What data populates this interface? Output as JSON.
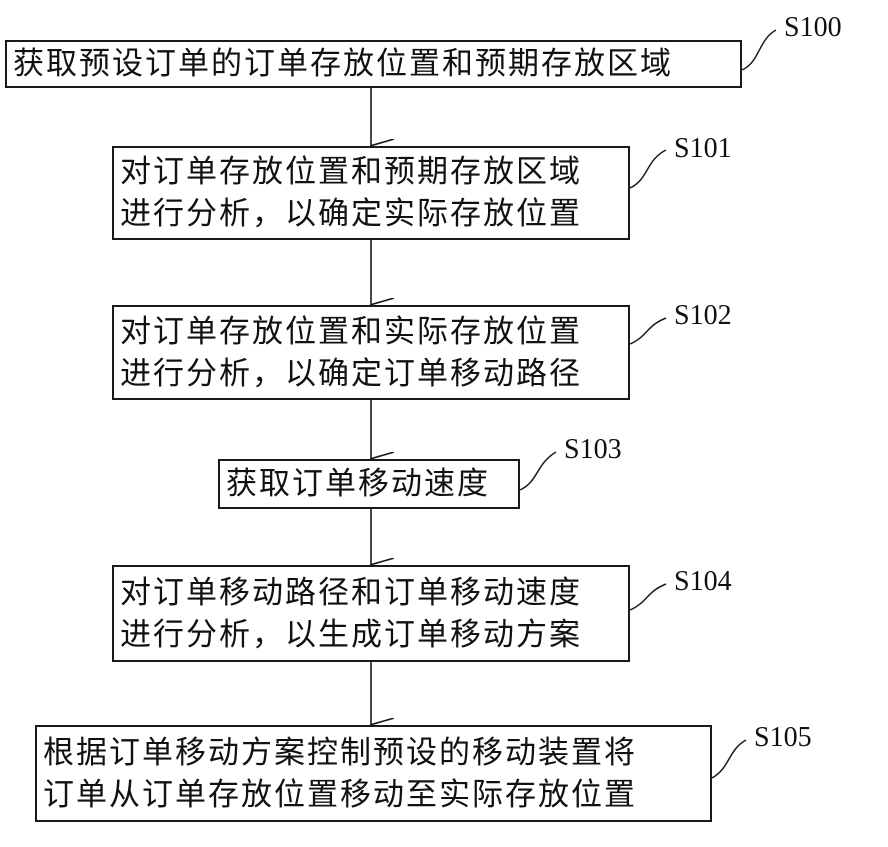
{
  "steps": [
    {
      "id": "S100",
      "lines": [
        "获取预设订单的订单存放位置和预期存放区域"
      ]
    },
    {
      "id": "S101",
      "lines": [
        "对订单存放位置和预期存放区域",
        "进行分析，以确定实际存放位置"
      ]
    },
    {
      "id": "S102",
      "lines": [
        "对订单存放位置和实际存放位置",
        "进行分析，以确定订单移动路径"
      ]
    },
    {
      "id": "S103",
      "lines": [
        "获取订单移动速度"
      ]
    },
    {
      "id": "S104",
      "lines": [
        "对订单移动路径和订单移动速度",
        "进行分析，以生成订单移动方案"
      ]
    },
    {
      "id": "S105",
      "lines": [
        "根据订单移动方案控制预设的移动装置将",
        "订单从订单存放位置移动至实际存放位置"
      ]
    }
  ]
}
